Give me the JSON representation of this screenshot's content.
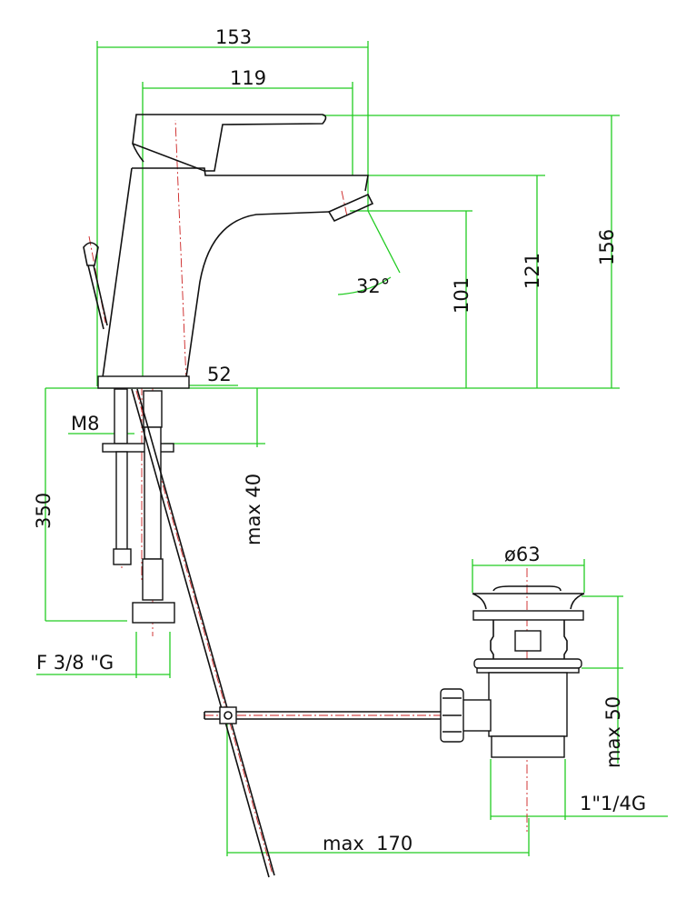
{
  "drawing": {
    "dimensions": {
      "overall_width": "153",
      "spout_reach": "119",
      "overall_height": "156",
      "spout_height": "121",
      "outlet_height": "101",
      "aerator_angle": "32°",
      "base_diameter": "52",
      "hose_length": "350",
      "max_deck_thickness": "max  40",
      "rod_thread": "M8",
      "hose_connection": "F 3/8 \"G",
      "drain_diameter": "ø63",
      "drain_max_height": "max  50",
      "drain_thread": "1\"1/4G",
      "rod_max_length": "max  170"
    },
    "colors": {
      "dimension_lines": "#22cc22",
      "object_lines": "#111111",
      "center_lines": "#cc2222"
    }
  }
}
